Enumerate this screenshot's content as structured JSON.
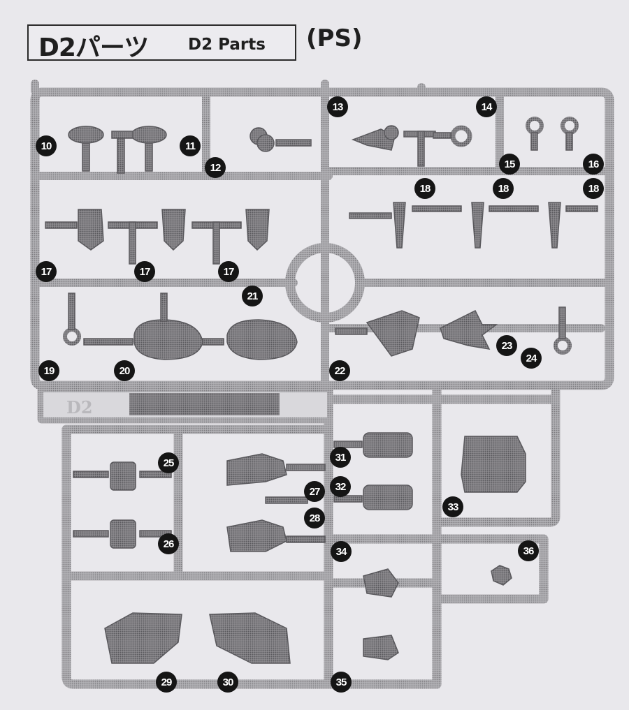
{
  "header": {
    "title_main": "D2パーツ",
    "title_sub": "D2 Parts",
    "material": "(PS)"
  },
  "sprue": {
    "tag_label": "D2",
    "part_numbers": [
      "10",
      "11",
      "12",
      "13",
      "14",
      "15",
      "16",
      "17",
      "18",
      "19",
      "20",
      "21",
      "22",
      "23",
      "24",
      "25",
      "26",
      "27",
      "28",
      "29",
      "30",
      "31",
      "32",
      "33",
      "34",
      "35",
      "36"
    ],
    "part_labels": [
      {
        "n": "10"
      },
      {
        "n": "11"
      },
      {
        "n": "12"
      },
      {
        "n": "13"
      },
      {
        "n": "14"
      },
      {
        "n": "15"
      },
      {
        "n": "16"
      },
      {
        "n": "18"
      },
      {
        "n": "18"
      },
      {
        "n": "18"
      },
      {
        "n": "17"
      },
      {
        "n": "17"
      },
      {
        "n": "17"
      },
      {
        "n": "21"
      },
      {
        "n": "19"
      },
      {
        "n": "20"
      },
      {
        "n": "22"
      },
      {
        "n": "23"
      },
      {
        "n": "24"
      },
      {
        "n": "25"
      },
      {
        "n": "31"
      },
      {
        "n": "27"
      },
      {
        "n": "32"
      },
      {
        "n": "28"
      },
      {
        "n": "33"
      },
      {
        "n": "26"
      },
      {
        "n": "34"
      },
      {
        "n": "36"
      },
      {
        "n": "29"
      },
      {
        "n": "30"
      },
      {
        "n": "35"
      }
    ]
  },
  "colors": {
    "runner": "#a9a8ac",
    "part_fill": "#8f8e92",
    "label_circle": "#151515",
    "background": "#e9e8ec"
  }
}
